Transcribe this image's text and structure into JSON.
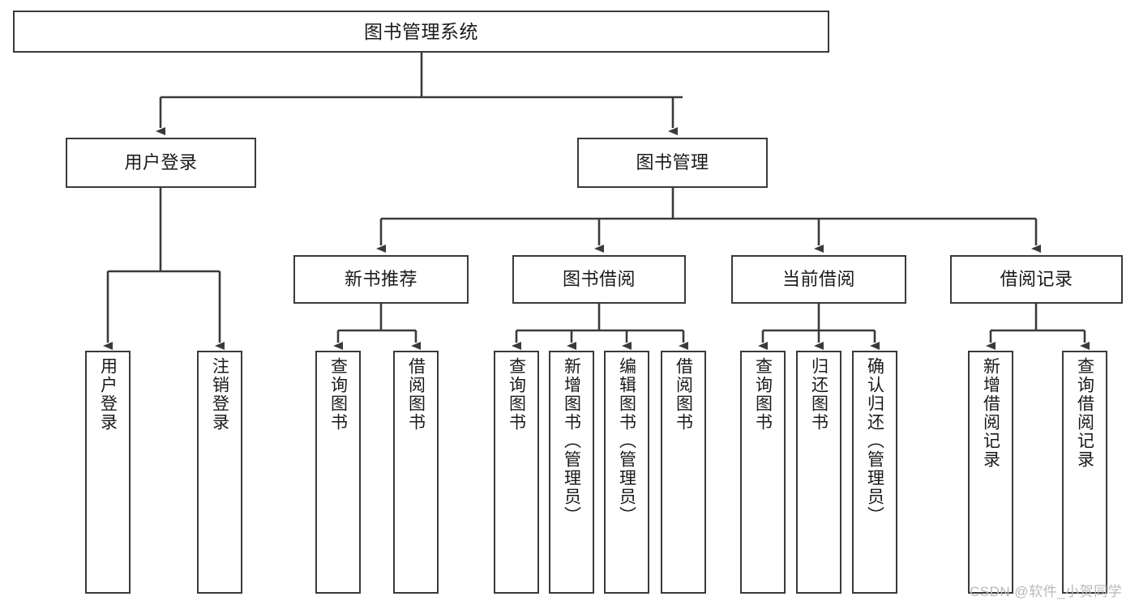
{
  "diagram": {
    "type": "tree-hierarchy-flowchart",
    "title_node": "图书管理系统",
    "line_color": "#3a3a3a",
    "box_fill": "#ffffff",
    "text_color": "#1a1a1a",
    "levels": 4,
    "nodes": {
      "root": {
        "label": "图书管理系统"
      },
      "level2": [
        {
          "label": "用户登录"
        },
        {
          "label": "图书管理"
        }
      ],
      "level3": [
        {
          "label": "新书推荐"
        },
        {
          "label": "图书借阅"
        },
        {
          "label": "当前借阅"
        },
        {
          "label": "借阅记录"
        }
      ],
      "leaves_user_login": [
        {
          "label": "用户登录"
        },
        {
          "label": "注销登录"
        }
      ],
      "leaves_new_book": [
        {
          "label": "查询图书"
        },
        {
          "label": "借阅图书"
        }
      ],
      "leaves_borrow": [
        {
          "label": "查询图书"
        },
        {
          "label": "新增图书（管理员）"
        },
        {
          "label": "编辑图书（管理员）"
        },
        {
          "label": "借阅图书"
        }
      ],
      "leaves_current": [
        {
          "label": "查询图书"
        },
        {
          "label": "归还图书"
        },
        {
          "label": "确认归还（管理员）"
        }
      ],
      "leaves_record": [
        {
          "label": "新增借阅记录"
        },
        {
          "label": "查询借阅记录"
        }
      ]
    }
  },
  "watermark": {
    "text": "CSDN @软件_小贺同学",
    "color": "#b9b9b9"
  }
}
